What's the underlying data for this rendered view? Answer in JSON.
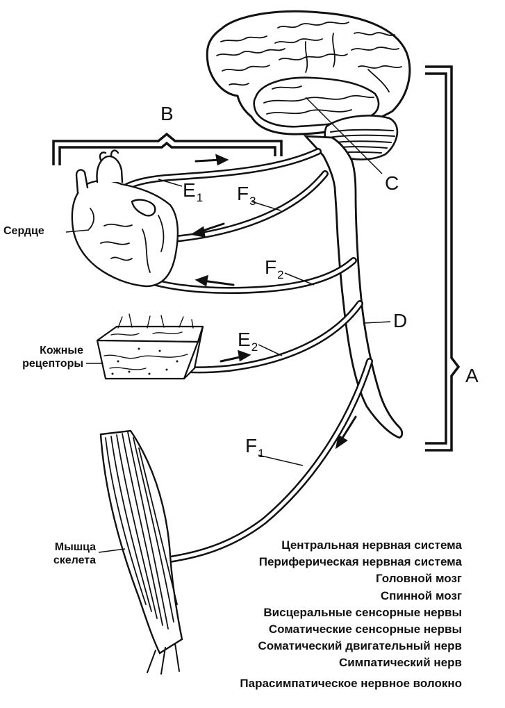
{
  "labels": {
    "A": "A",
    "B": "B",
    "C": "C",
    "D": "D",
    "E1": {
      "letter": "E",
      "sub": "1"
    },
    "E2": {
      "letter": "E",
      "sub": "2"
    },
    "F1": {
      "letter": "F",
      "sub": "1"
    },
    "F2": {
      "letter": "F",
      "sub": "2"
    },
    "F3": {
      "letter": "F",
      "sub": "3"
    }
  },
  "organs": {
    "heart": "Сердце",
    "skin_line1": "Кожные",
    "skin_line2": "рецепторы",
    "muscle_line1": "Мышца",
    "muscle_line2": "скелета"
  },
  "legend": [
    "Центральная нервная система",
    "Периферическая нервная  система",
    "Головной мозг",
    "Спинной мозг",
    "Висцеральные сенсорные нервы",
    "Соматические сенсорные нервы",
    "Соматический двигательный нерв",
    "Симпатический нерв",
    "Парасимпатическое нервное волокно"
  ]
}
